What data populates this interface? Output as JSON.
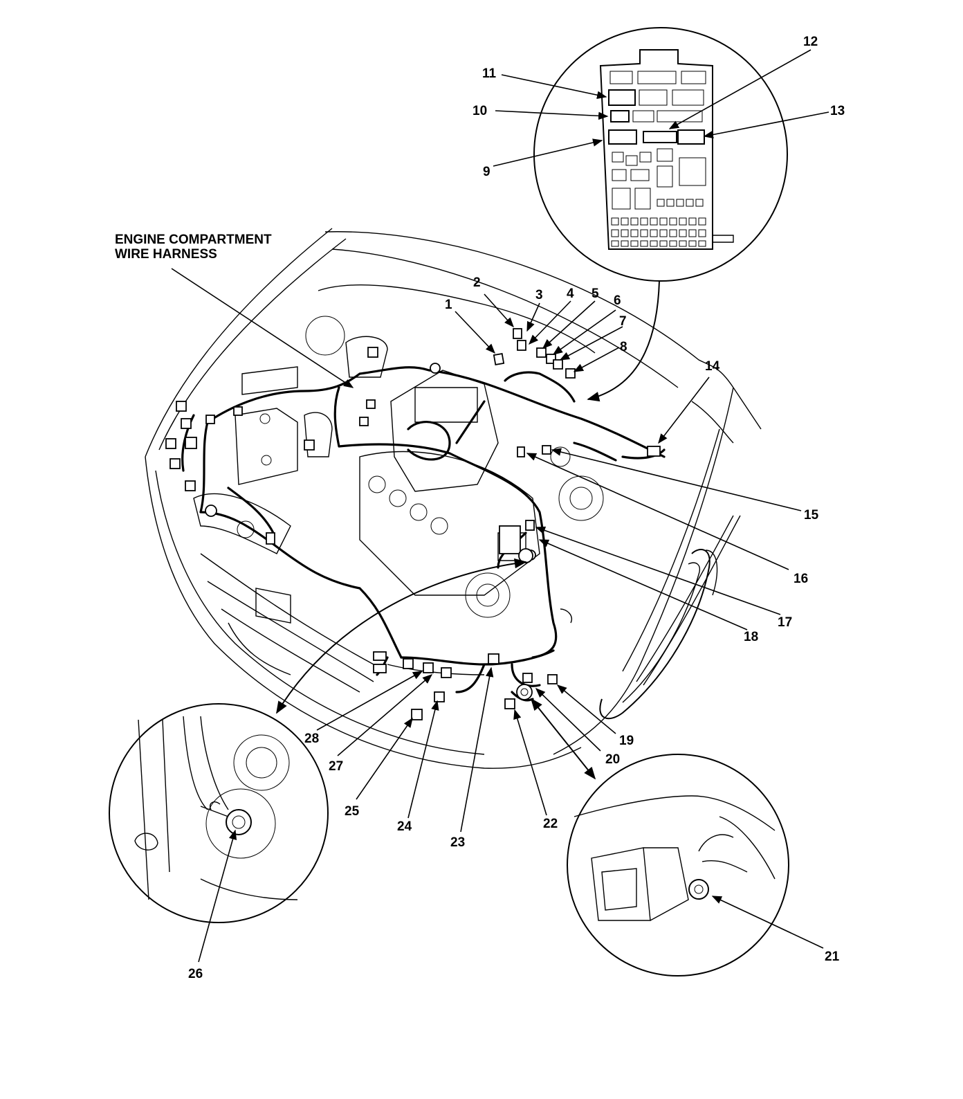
{
  "harness_label": {
    "line1": "ENGINE COMPARTMENT",
    "line2": "WIRE HARNESS"
  },
  "callouts": [
    "1",
    "2",
    "3",
    "4",
    "5",
    "6",
    "7",
    "8",
    "9",
    "10",
    "11",
    "12",
    "13",
    "14",
    "15",
    "16",
    "17",
    "18",
    "19",
    "20",
    "21",
    "22",
    "23",
    "24",
    "25",
    "26",
    "27",
    "28"
  ]
}
